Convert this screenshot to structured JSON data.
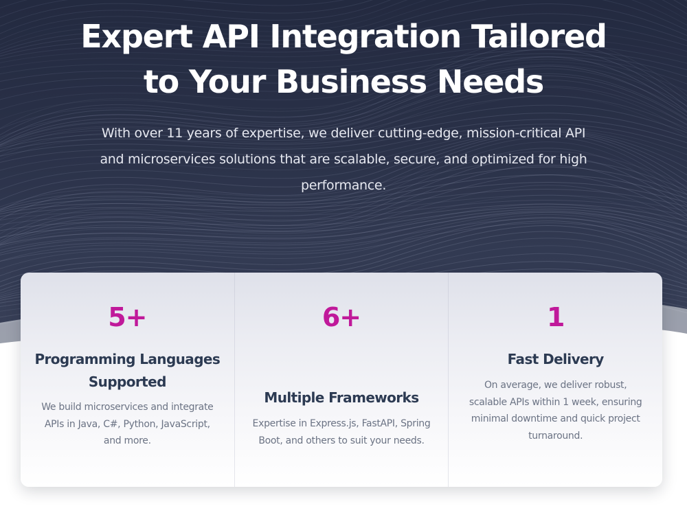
{
  "hero": {
    "title": "Expert API Integration Tailored to Your Business Needs",
    "subtitle": "With over 11 years of expertise, we deliver cutting-edge, mission-critical API and microservices solutions that are scalable, secure, and optimized for high performance."
  },
  "stats": [
    {
      "number": "5+",
      "title": "Programming Languages Supported",
      "description": "We build microservices and integrate APIs in Java, C#, Python, JavaScript, and more."
    },
    {
      "number": "6+",
      "title": "Multiple Frameworks",
      "description": "Expertise in Express.js, FastAPI, Spring Boot, and others to suit your needs."
    },
    {
      "number": "1",
      "title": "Fast Delivery",
      "description": "On average, we deliver robust, scalable APIs within 1 week, ensuring minimal downtime and quick project turnaround."
    }
  ],
  "colors": {
    "hero_background": "#2a3148",
    "accent": "#c0199a",
    "heading_text": "#2c3a52",
    "body_text": "#6b7384"
  }
}
